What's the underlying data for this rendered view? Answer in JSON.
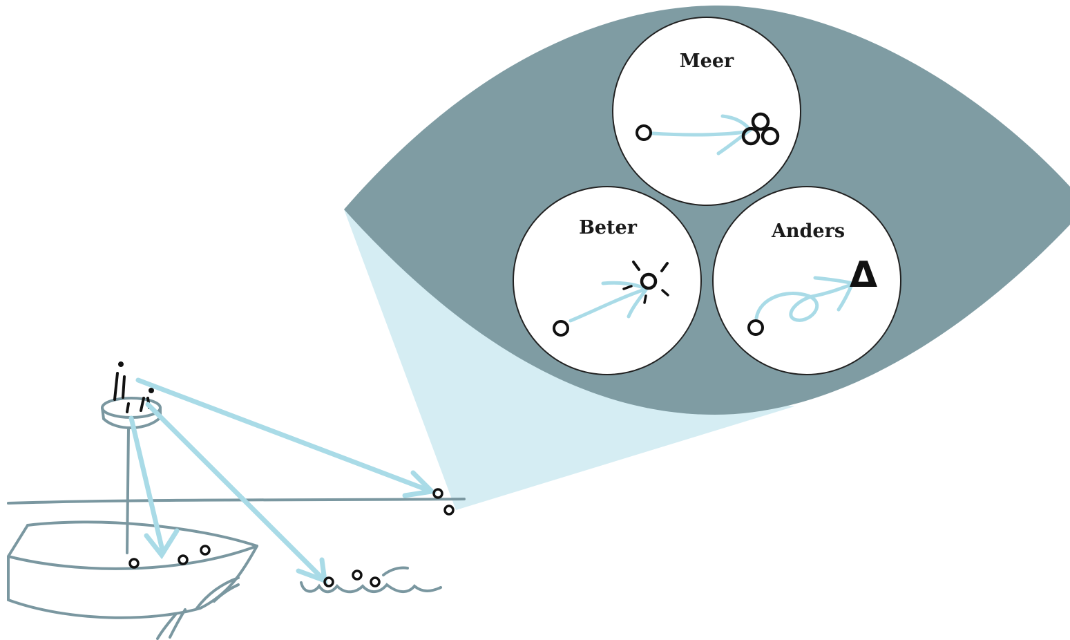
{
  "colors": {
    "eye": "#7f9ca3",
    "cone": "#d5edf3",
    "arrow": "#a9dbe7",
    "sketch": "#7a97a0",
    "ink": "#111111",
    "circle_fill": "#ffffff",
    "circle_stroke": "#222222"
  },
  "circles": {
    "meer": {
      "label": "Meer"
    },
    "beter": {
      "label": "Beter"
    },
    "anders": {
      "label": "Anders"
    }
  },
  "symbols": {
    "delta": "Δ"
  }
}
